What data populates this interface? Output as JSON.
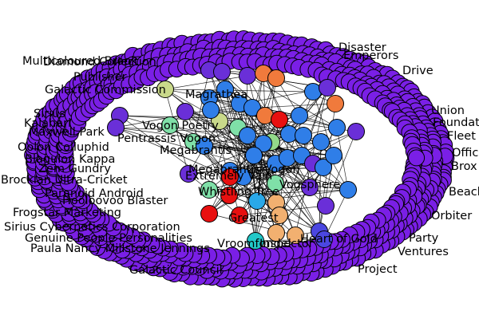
{
  "graph": {
    "palette": {
      "outer": "#7a1fe6",
      "purple": "#6a2fd8",
      "indigo": "#4b47e0",
      "blue": "#2f7ee8",
      "sky": "#2aa8e8",
      "teal": "#22c8c8",
      "mint": "#7fe0a8",
      "green": "#93d98a",
      "olive": "#c9d98a",
      "peach": "#f2b070",
      "orange": "#f07a3c",
      "red": "#e81010"
    },
    "labels": {
      "a01": "Multicoloured Brook",
      "a02": "Diamond Collection",
      "a03": "Publisher",
      "a04": "Galactic Commission",
      "a05": "Sirius",
      "a06": "Kalahari",
      "a07": "Maxwell Park",
      "a08": "Oolon Colluphid",
      "a09": "Blagulon Kappa",
      "a10": "Zem Gundry",
      "a11": "Brockian Ultra-Cricket",
      "a12": "Paranoid Android",
      "a13": "Hooloovoo Blaster",
      "a14": "Frogstar Marketing",
      "a15": "Sirius Cybernetics Corporation",
      "a16": "Genuine People Personalities",
      "a17": "Paula Nancy Millstone Jennings",
      "a18": "Galactic Council",
      "b01": "Disaster",
      "b02": "Emperors",
      "b03": "Drive",
      "b04": "Union",
      "b05": "Foundation",
      "b06": "Fleet",
      "b07": "Office",
      "b08": "Brox",
      "b09": "Beach",
      "b10": "Orbiter",
      "b11": "Party",
      "b12": "Ventures",
      "b13": "Project",
      "c01": "Vogon Poetry",
      "c02": "Pentrassis Vogon",
      "c03": "Megabrantis",
      "c04": "Magrathea",
      "c05": "Vogsphere",
      "c06": "Extremely Vain",
      "c07": "Whistling Tree",
      "c08": "Greatest",
      "c09": "Vroomfondel",
      "c10": "Inspector",
      "c11": "Heart of Gold",
      "c12": "Megabrantis Vogon"
    }
  }
}
